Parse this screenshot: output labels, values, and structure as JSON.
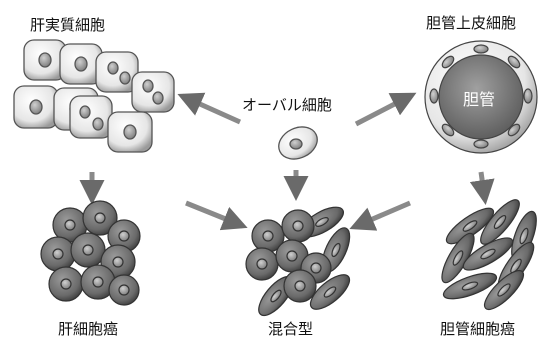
{
  "labels": {
    "oval_cell": "オーバル細胞",
    "hepatocyte": "肝実質細胞",
    "bile_duct_cell": "胆管上皮細胞",
    "bile_duct_lumen": "胆管",
    "hcc": "肝細胞癌",
    "mixed": "混合型",
    "cholangiocarcinoma": "胆管細胞癌"
  },
  "colors": {
    "arrow": "#7a7a7a",
    "light_cell": "#f2f2f2",
    "dark_cell": "#6e6e6e",
    "nucleus_light": "#a8a8a8",
    "duct_lumen": "#808080"
  }
}
